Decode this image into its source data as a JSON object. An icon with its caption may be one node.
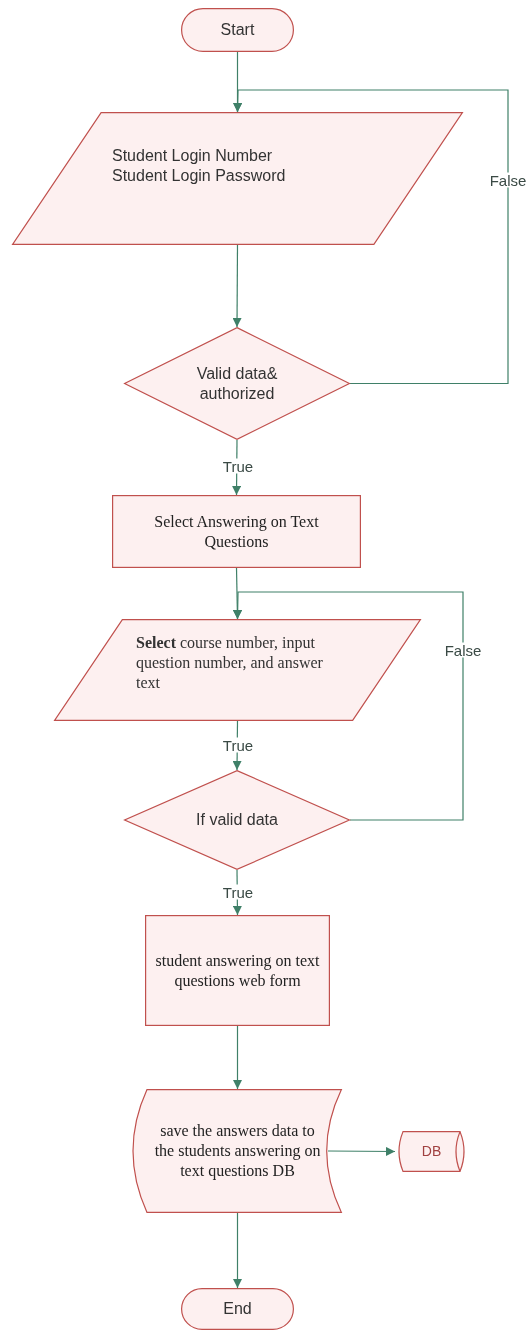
{
  "diagram": {
    "nodes": [
      {
        "text": [
          "Start"
        ]
      },
      {
        "text": [
          "Student Login Number",
          "Student Login  Password"
        ]
      },
      {
        "text": [
          "Valid data& authorized"
        ]
      },
      {
        "text": [
          "Select Answering on Text Questions"
        ]
      },
      {
        "text": [
          "**Select**  course number, input question number, and answer text"
        ]
      },
      {
        "text": [
          "If valid data"
        ]
      },
      {
        "text": [
          "student answering on text questions web form"
        ]
      },
      {
        "text": [
          "save the answers data to the students answering on text questions DB"
        ]
      },
      {
        "text": [
          "DB"
        ]
      },
      {
        "text": [
          "End"
        ]
      }
    ],
    "edges": [
      {
        "from": 0,
        "to": 1,
        "arrow": "to"
      },
      {
        "from": 1,
        "to": 2,
        "arrow": "to"
      },
      {
        "from": 2,
        "to": 1,
        "arrow": "to",
        "label": "False"
      },
      {
        "from": 2,
        "to": 3,
        "arrow": "to",
        "label": "True"
      },
      {
        "from": 3,
        "to": 4,
        "arrow": "to"
      },
      {
        "from": 4,
        "to": 5,
        "arrow": "to",
        "label": "True"
      },
      {
        "from": 5,
        "to": 4,
        "arrow": "to",
        "label": "False"
      },
      {
        "from": 5,
        "to": 6,
        "arrow": "to",
        "label": "True"
      },
      {
        "from": 6,
        "to": 7,
        "arrow": "to"
      },
      {
        "from": 7,
        "to": 8,
        "arrow": "to"
      },
      {
        "from": 7,
        "to": 9,
        "arrow": "to"
      }
    ]
  }
}
